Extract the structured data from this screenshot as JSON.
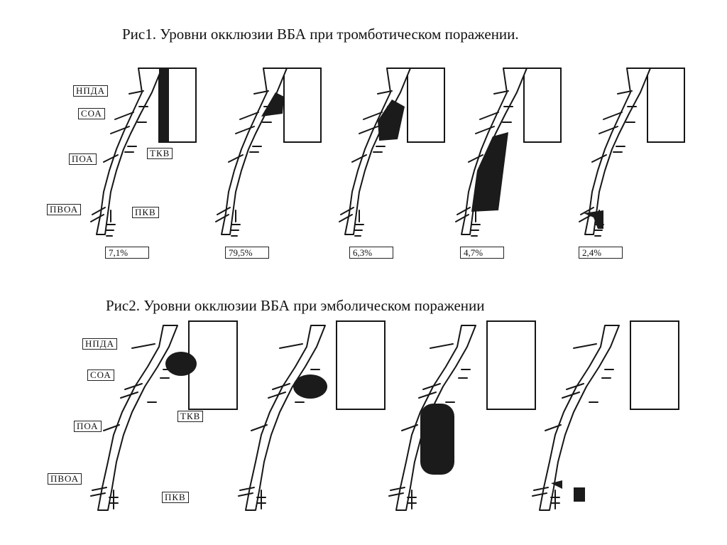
{
  "figure1": {
    "title": "Рис1. Уровни окклюзии ВБА при тромботическом поражении.",
    "labels": {
      "npda": "НПДА",
      "soa": "СОА",
      "poa": "ПОА",
      "tkv": "ТКВ",
      "pvoa": "ПВОА",
      "pkv": "ПКВ"
    },
    "percentages": [
      "7,1%",
      "79,5%",
      "6,3%",
      "4,7%",
      "2,4%"
    ]
  },
  "figure2": {
    "title": "Рис2. Уровни окклюзии ВБА при эмболическом поражении",
    "labels": {
      "npda": "НПДА",
      "soa": "СОА",
      "poa": "ПОА",
      "tkv": "ТКВ",
      "pvoa": "ПВОА",
      "pkv": "ПКВ"
    }
  }
}
